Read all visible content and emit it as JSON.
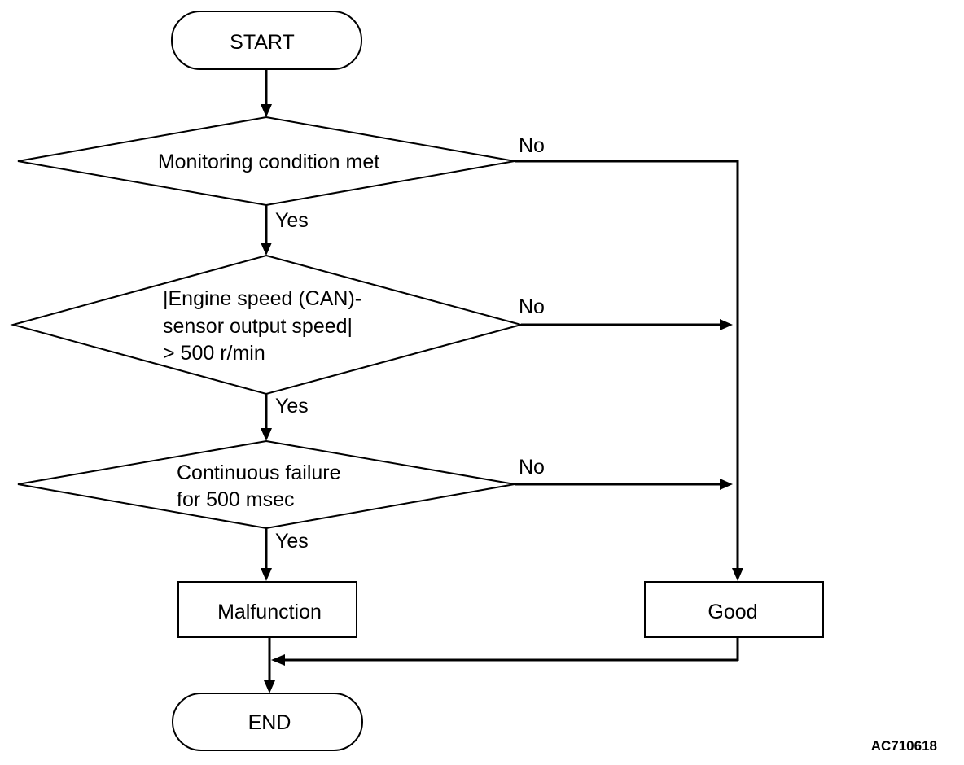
{
  "flowchart": {
    "start": "START",
    "decision_1": "Monitoring condition met",
    "decision_2": [
      "|Engine speed (CAN)-",
      "sensor output speed|",
      "> 500 r/min"
    ],
    "decision_3": [
      "Continuous failure",
      "for 500 msec"
    ],
    "yes_label": "Yes",
    "no_label": "No",
    "malfunction": "Malfunction",
    "good": "Good",
    "end": "END"
  },
  "figure_code": "AC710618"
}
